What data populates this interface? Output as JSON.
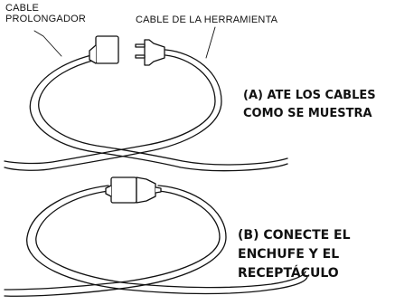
{
  "labels": {
    "extension_cord_line1": "CABLE",
    "extension_cord_line2": "PROLONGADOR",
    "tool_cord": "CABLE DE LA HERRAMIENTA",
    "step_a_line1": "(A) ATE LOS CABLES",
    "step_a_line2": "COMO SE MUESTRA",
    "step_b_line1": "(B) CONECTE EL",
    "step_b_line2": "ENCHUFE Y EL",
    "step_b_line3": "RECEPTÁCULO"
  },
  "colors": {
    "ink": "#111111",
    "background": "#ffffff"
  }
}
